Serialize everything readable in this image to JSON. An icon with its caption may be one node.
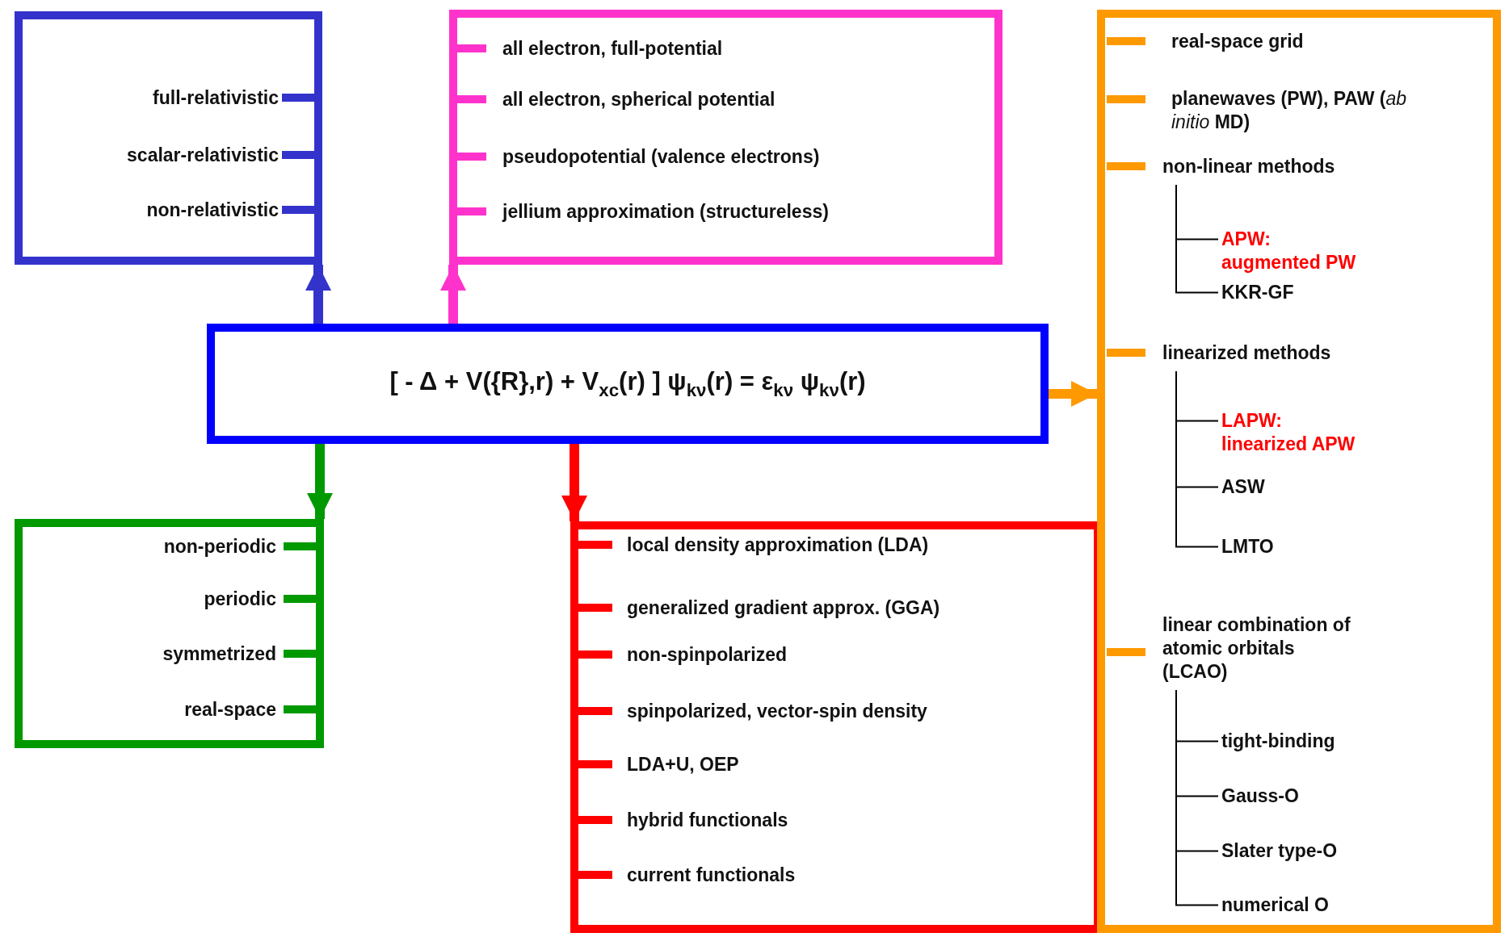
{
  "diagram": {
    "nodes": [
      {
        "text": [
          "[ - Δ + V({R},r) + V$_{xc}$(r) ] ψ$_{kν}$(r) = ε$_{kν}$ ψ$_{kν}$(r)"
        ]
      },
      {
        "text": [
          "full-relativistic",
          "scalar-relativistic",
          "non-relativistic"
        ]
      },
      {
        "text": [
          "all electron, full-potential",
          "all electron, spherical potential",
          "pseudopotential (valence electrons)",
          "jellium approximation (structureless)"
        ]
      },
      {
        "text": [
          "non-periodic",
          "periodic",
          "symmetrized",
          "real-space"
        ]
      },
      {
        "text": [
          "local density approximation (LDA)",
          "generalized gradient approx. (GGA)",
          "non-spinpolarized",
          "spinpolarized, vector-spin density",
          "LDA+U, OEP",
          "hybrid functionals",
          "current functionals"
        ]
      },
      {
        "text": [],
        "shape": "box"
      },
      {
        "text": [
          "real-space grid"
        ],
        "in": 5
      },
      {
        "text": [
          "planewaves (PW), PAW (*ab initio* MD)"
        ],
        "in": 5
      },
      {
        "text": [
          "non-linear methods"
        ],
        "in": 5
      },
      {
        "text": [
          "APW: augmented PW"
        ],
        "in": 5
      },
      {
        "text": [
          "KKR-GF"
        ],
        "in": 5
      },
      {
        "text": [
          "linearized methods"
        ],
        "in": 5
      },
      {
        "text": [
          "LAPW: linearized APW"
        ],
        "in": 5
      },
      {
        "text": [
          "ASW"
        ],
        "in": 5
      },
      {
        "text": [
          "LMTO"
        ],
        "in": 5
      },
      {
        "text": [
          "linear combination of atomic orbitals (LCAO)"
        ],
        "in": 5
      },
      {
        "text": [
          "tight-binding"
        ],
        "in": 5
      },
      {
        "text": [
          "Gauss-O"
        ],
        "in": 5
      },
      {
        "text": [
          "Slater type-O"
        ],
        "in": 5
      },
      {
        "text": [
          "numerical O"
        ],
        "in": 5
      }
    ],
    "edges": [
      {
        "from": 0,
        "to": 1,
        "arrow": "to",
        "style": "thick",
        "color": "#3333cc"
      },
      {
        "from": 0,
        "to": 2,
        "arrow": "to",
        "style": "thick",
        "color": "#ff33cc"
      },
      {
        "from": 0,
        "to": 3,
        "arrow": "to",
        "style": "thick",
        "color": "#009900"
      },
      {
        "from": 0,
        "to": 4,
        "arrow": "to",
        "style": "thick",
        "color": "#ff0000"
      },
      {
        "from": 0,
        "to": 5,
        "arrow": "to",
        "style": "thick",
        "color": "#ff9900"
      },
      {
        "from": 8,
        "to": 9,
        "arrow": "none"
      },
      {
        "from": 8,
        "to": 10,
        "arrow": "none"
      },
      {
        "from": 11,
        "to": 12,
        "arrow": "none"
      },
      {
        "from": 11,
        "to": 13,
        "arrow": "none"
      },
      {
        "from": 11,
        "to": 14,
        "arrow": "none"
      },
      {
        "from": 15,
        "to": 16,
        "arrow": "none"
      },
      {
        "from": 15,
        "to": 17,
        "arrow": "none"
      },
      {
        "from": 15,
        "to": 18,
        "arrow": "none"
      },
      {
        "from": 15,
        "to": 19,
        "arrow": "none"
      }
    ]
  }
}
